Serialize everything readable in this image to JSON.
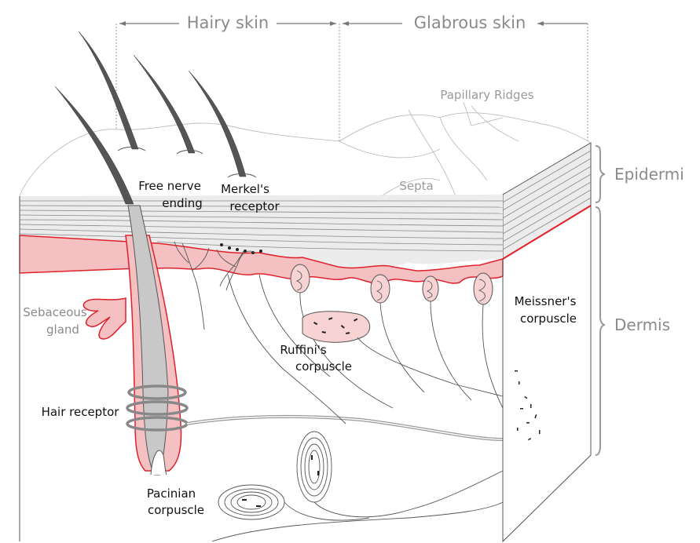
{
  "colors": {
    "epidermis_layer": "#e6e6e6",
    "dermis_pink": "#f4c0c2",
    "pink_outline": "#e0202a",
    "hair_gray": "#c8c8c8",
    "label_gray": "#8a8a8a"
  },
  "header": {
    "hairy_skin": "Hairy skin",
    "glabrous_skin": "Glabrous skin",
    "papillary_ridges": "Papillary Ridges"
  },
  "layers": {
    "epidermis": "Epidermi",
    "dermis": "Dermis"
  },
  "labels": {
    "septa": "Septa",
    "free_nerve_1": "Free nerve",
    "free_nerve_2": "ending",
    "merkel_1": "Merkel's",
    "merkel_2": "receptor",
    "sebaceous_1": "Sebaceous",
    "sebaceous_2": "gland",
    "ruffini_1": "Ruffini's",
    "ruffini_2": "corpuscle",
    "meissner_1": "Meissner's",
    "meissner_2": "corpuscle",
    "hair_receptor": "Hair receptor",
    "pacinian_1": "Pacinian",
    "pacinian_2": "corpuscle"
  }
}
